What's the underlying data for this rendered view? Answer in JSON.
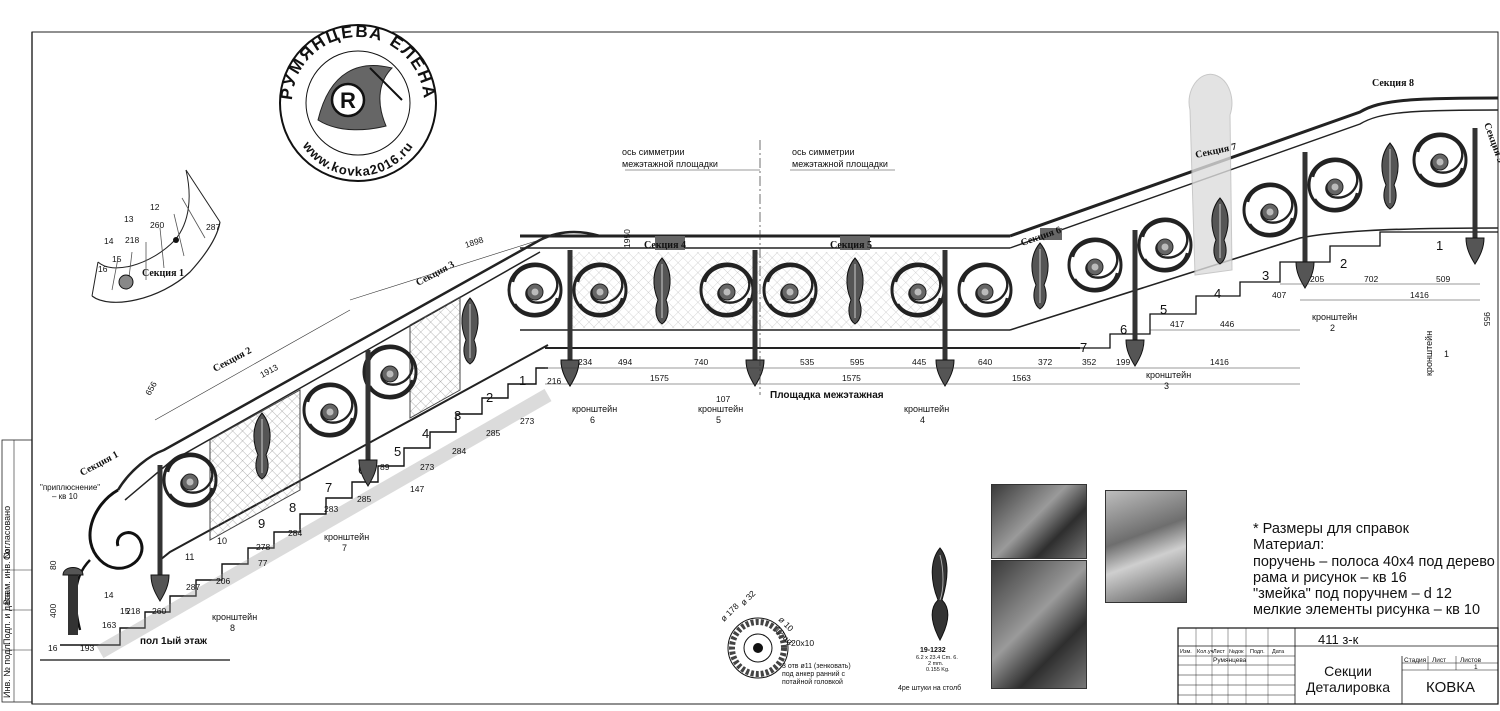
{
  "logo": {
    "name": "РУМЯНЦЕВА ЕЛЕНА",
    "url": "www.kovka2016.ru",
    "monogram": "R"
  },
  "sections": [
    "Секция 1",
    "Секция 2",
    "Секция 3",
    "Секция 4",
    "Секция 5",
    "Секция 6",
    "Секция 7",
    "Секция 8",
    "Секция 9"
  ],
  "axis_labels": [
    {
      "line1": "ось симметрии",
      "line2": "межэтажной площадки"
    },
    {
      "line1": "ось симметрии",
      "line2": "межэтажной площадки"
    }
  ],
  "landing_label": "Площадка межэтажная",
  "floor_label": "пол 1ый этаж",
  "welding_note": {
    "line1": "\"приплюснение\"",
    "line2": "– кв 10"
  },
  "brackets": [
    {
      "word": "кронштейн",
      "num": "1"
    },
    {
      "word": "кронштейн",
      "num": "2"
    },
    {
      "word": "кронштейн",
      "num": "3"
    },
    {
      "word": "кронштейн",
      "num": "4"
    },
    {
      "word": "кронштейн",
      "num": "5"
    },
    {
      "word": "кронштейн",
      "num": "6"
    },
    {
      "word": "кронштейн",
      "num": "7"
    },
    {
      "word": "кронштейн",
      "num": "8"
    }
  ],
  "lower_steps": [
    "1",
    "2",
    "3",
    "4",
    "5",
    "6",
    "7",
    "8",
    "9",
    "10",
    "11"
  ],
  "upper_steps": [
    "1",
    "2",
    "3",
    "4",
    "5",
    "6",
    "7"
  ],
  "dims": {
    "rail": [
      "1898",
      "1913",
      "656",
      "1950"
    ],
    "landing": [
      "216",
      "234",
      "494",
      "1575",
      "740",
      "535",
      "595",
      "445",
      "640",
      "1575",
      "1563",
      "372",
      "352",
      "199",
      "1416",
      "107"
    ],
    "upper": [
      "417",
      "446",
      "407",
      "205",
      "702",
      "1416",
      "509",
      "955"
    ],
    "treads": [
      "273",
      "285",
      "284",
      "273",
      "147",
      "89",
      "285",
      "283",
      "284",
      "278",
      "77",
      "206",
      "287",
      "260",
      "218",
      "163",
      "193",
      "16",
      "14",
      "15",
      "80",
      "400"
    ],
    "plan": [
      "287",
      "260",
      "218",
      "13",
      "12",
      "14",
      "15",
      "16"
    ]
  },
  "rosette": {
    "d1": "ø 178",
    "d2": "ø 32",
    "d3": "ø 10",
    "count": "12 шт",
    "kv": "=20х10",
    "note1": "3 отв ø11 (зенковать)",
    "note2": "под анкер ранний с",
    "note3": "потайной головкой"
  },
  "part": {
    "code": "19-1232",
    "size": "6.2 x 23.4 Cm. 6.",
    "mm": "2 mm.",
    "weight": "0.155 Kg.",
    "caption": "4ре штуки на столб"
  },
  "notes": [
    "* Размеры для справок",
    "Материал:",
    "поручень – полоса 40х4 под дерево",
    "рама и рисунок – кв 16",
    "\"змейка\" под поручнем – d 12",
    "мелкие элементы рисунка – кв 10"
  ],
  "title_block": {
    "code": "411 з-к",
    "title1": "Секции",
    "title2": "Деталировка",
    "stage": "Стадия",
    "sheet": "Лист",
    "sheets": "Листов",
    "sheets_count": "1",
    "designer": "Румянцева",
    "material": "КОВКА",
    "head": [
      "Изм.",
      "Кол.уч",
      "Лист",
      "№док",
      "Подп.",
      "Дата"
    ]
  },
  "side_stamp": [
    "Согласовано",
    "Взам. инв. №",
    "Подп. и дата",
    "Инв. № подл."
  ]
}
